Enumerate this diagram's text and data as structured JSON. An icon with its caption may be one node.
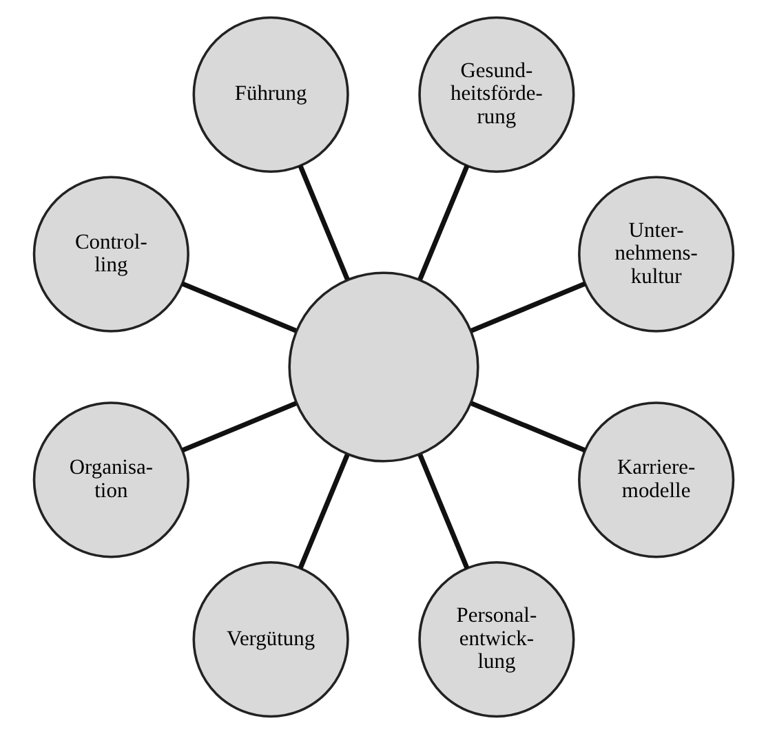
{
  "diagram": {
    "nodes": [
      {
        "text": [],
        "shape": "circle"
      },
      {
        "text": [
          "Unter- nehmens- kultur"
        ]
      },
      {
        "text": [
          "Gesund- heitsförde- rung"
        ]
      },
      {
        "text": [
          "Führung"
        ]
      },
      {
        "text": [
          "Control- ling"
        ]
      },
      {
        "text": [
          "Organisa- tion"
        ]
      },
      {
        "text": [
          "Vergütung"
        ]
      },
      {
        "text": [
          "Personal- entwick- lung"
        ]
      },
      {
        "text": [
          "Karriere- modelle"
        ]
      }
    ],
    "edges": [
      {
        "from": 0,
        "to": 1,
        "arrow": "none"
      },
      {
        "from": 0,
        "to": 3,
        "arrow": "none"
      },
      {
        "from": 0,
        "to": 5,
        "arrow": "none"
      },
      {
        "from": 0,
        "to": 7,
        "arrow": "none"
      },
      {
        "from": 0,
        "to": 8,
        "arrow": "none"
      },
      {
        "from": 0,
        "to": 6,
        "arrow": "none"
      },
      {
        "from": 0,
        "to": 4,
        "arrow": "none"
      },
      {
        "from": 0,
        "to": 2,
        "arrow": "none"
      }
    ]
  }
}
